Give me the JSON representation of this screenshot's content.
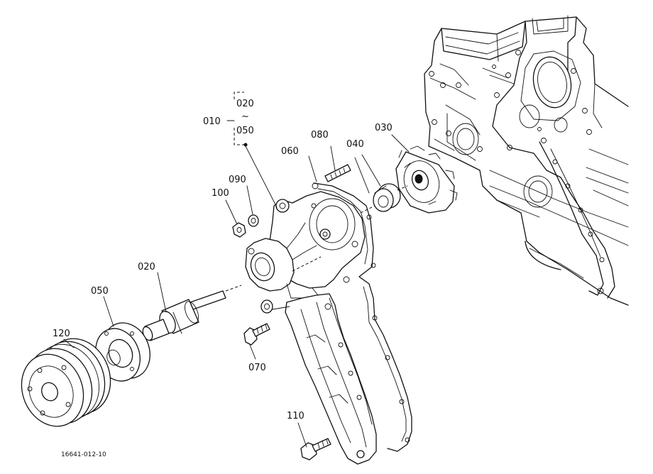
{
  "callouts": {
    "p010": "010",
    "p020_range": "020",
    "p050_range": "050",
    "tilde": "~",
    "p020": "020",
    "p030": "030",
    "p040": "040",
    "p050": "050",
    "p060": "060",
    "p070": "070",
    "p080": "080",
    "p090": "090",
    "p100": "100",
    "p110": "110",
    "p120": "120"
  },
  "figure_code": "16641-012-10"
}
